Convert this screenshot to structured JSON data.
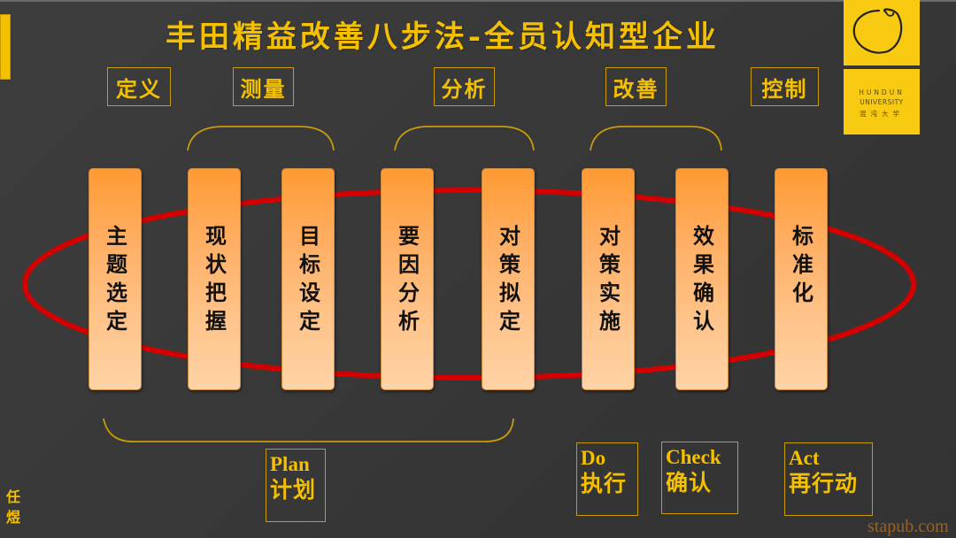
{
  "title": "丰田精益改善八步法-全员认知型企业",
  "phases": [
    {
      "label": "定义"
    },
    {
      "label": "测量"
    },
    {
      "label": "分析"
    },
    {
      "label": "改善"
    },
    {
      "label": "控制"
    }
  ],
  "steps": [
    {
      "label": "主题选定"
    },
    {
      "label": "现状把握"
    },
    {
      "label": "目标设定"
    },
    {
      "label": "要因分析"
    },
    {
      "label": "对策拟定"
    },
    {
      "label": "对策实施"
    },
    {
      "label": "效果确认"
    },
    {
      "label": "标准化"
    }
  ],
  "pdca": {
    "plan": {
      "en": "Plan",
      "zh": "计划"
    },
    "do": {
      "en": "Do",
      "zh": "执行"
    },
    "check": {
      "en": "Check",
      "zh": "确认"
    },
    "act": {
      "en": "Act",
      "zh": "再行动"
    }
  },
  "logo": {
    "icon": "enso-circle-icon",
    "line1": "HUNDUN",
    "line2": "UNIVERSITY",
    "line3": "混沌大学"
  },
  "author": "任煜",
  "watermark": "stapub.com",
  "colors": {
    "accent": "#f5c000",
    "loop": "#d40000",
    "step_top": "#ff9a33",
    "step_bottom": "#ffd3a6",
    "background": "#3a3a3a"
  }
}
